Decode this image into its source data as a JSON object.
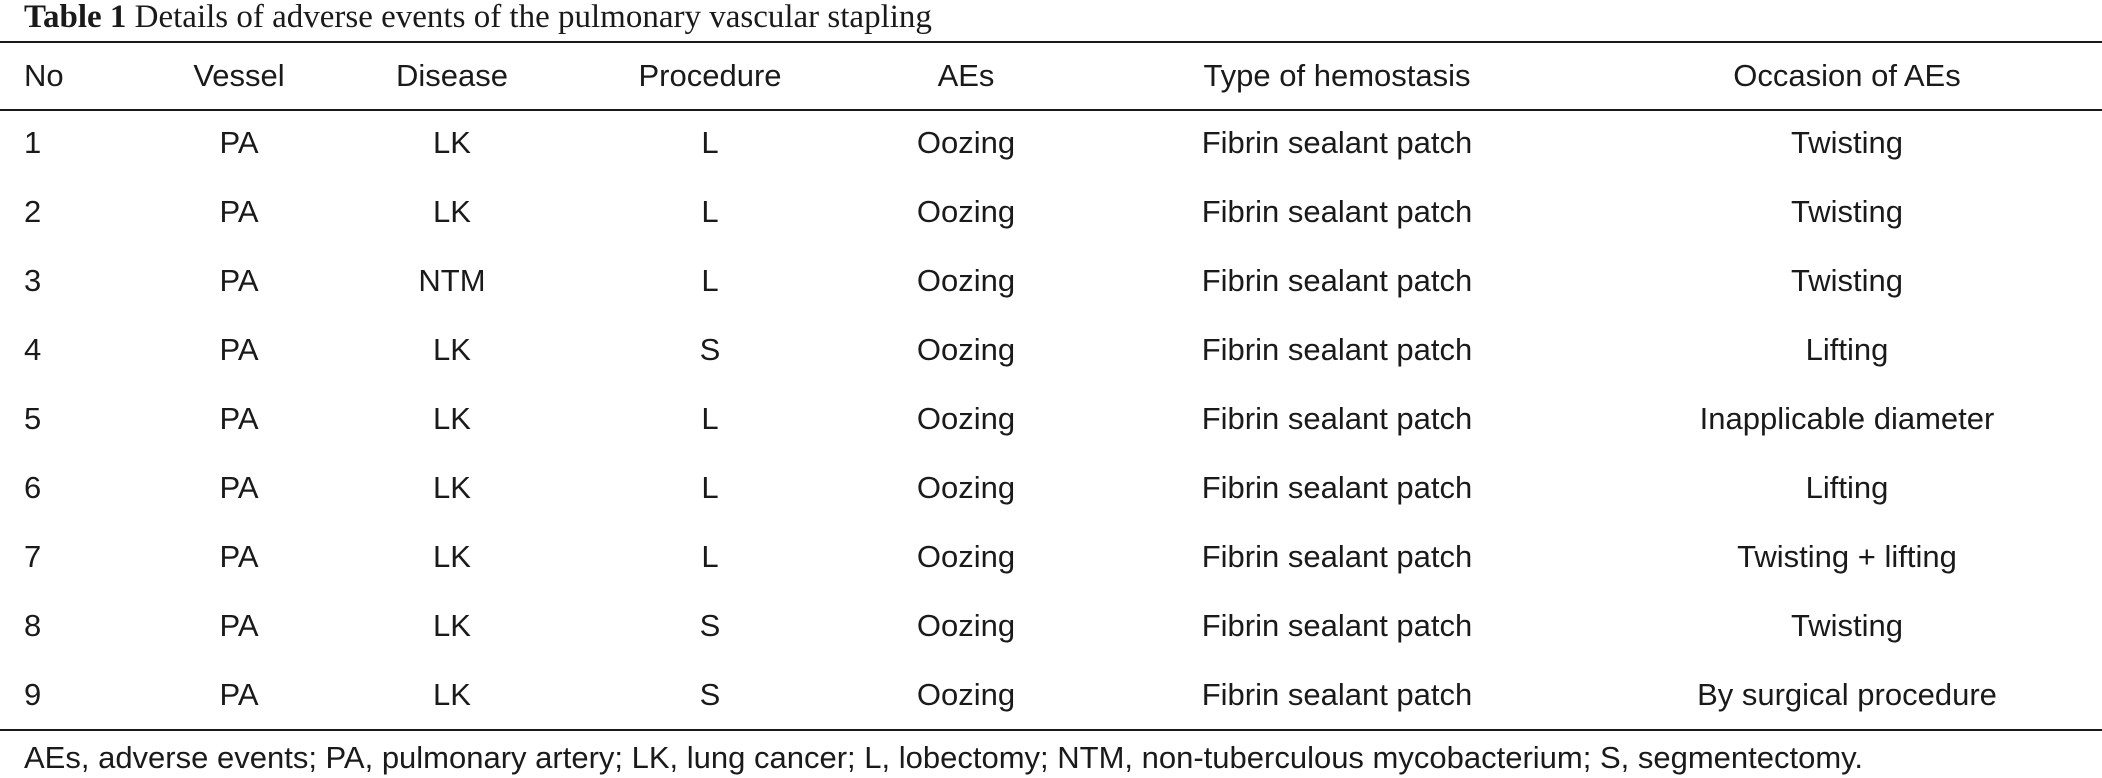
{
  "caption": {
    "label": "Table 1",
    "title": "Details of adverse events of the pulmonary vascular stapling"
  },
  "columns": [
    "No",
    "Vessel",
    "Disease",
    "Procedure",
    "AEs",
    "Type of hemostasis",
    "Occasion of AEs"
  ],
  "rows": [
    [
      "1",
      "PA",
      "LK",
      "L",
      "Oozing",
      "Fibrin sealant patch",
      "Twisting"
    ],
    [
      "2",
      "PA",
      "LK",
      "L",
      "Oozing",
      "Fibrin sealant patch",
      "Twisting"
    ],
    [
      "3",
      "PA",
      "NTM",
      "L",
      "Oozing",
      "Fibrin sealant patch",
      "Twisting"
    ],
    [
      "4",
      "PA",
      "LK",
      "S",
      "Oozing",
      "Fibrin sealant patch",
      "Lifting"
    ],
    [
      "5",
      "PA",
      "LK",
      "L",
      "Oozing",
      "Fibrin sealant patch",
      "Inapplicable diameter"
    ],
    [
      "6",
      "PA",
      "LK",
      "L",
      "Oozing",
      "Fibrin sealant patch",
      "Lifting"
    ],
    [
      "7",
      "PA",
      "LK",
      "L",
      "Oozing",
      "Fibrin sealant patch",
      "Twisting + lifting"
    ],
    [
      "8",
      "PA",
      "LK",
      "S",
      "Oozing",
      "Fibrin sealant patch",
      "Twisting"
    ],
    [
      "9",
      "PA",
      "LK",
      "S",
      "Oozing",
      "Fibrin sealant patch",
      "By surgical procedure"
    ]
  ],
  "footnote": "AEs, adverse events; PA, pulmonary artery; LK, lung cancer; L, lobectomy; NTM, non-tuberculous mycobacterium; S, segmentectomy."
}
